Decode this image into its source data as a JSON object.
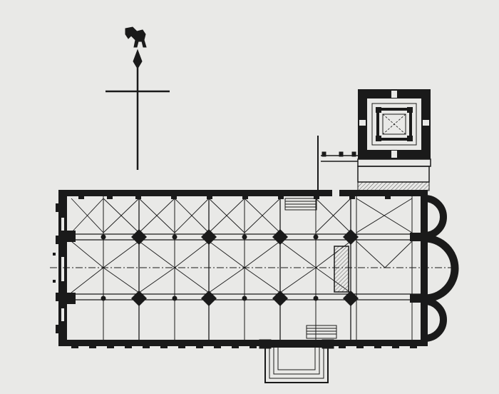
{
  "drawing": {
    "type": "architectural floor plan",
    "elements": [
      "north-arrow",
      "nave",
      "side-aisles",
      "piers",
      "apses",
      "bell-tower",
      "entrance-porch",
      "side-steps",
      "pulpit"
    ],
    "colors": {
      "paper": "#e9e9e7",
      "ink": "#1a1a1a",
      "hatch": "#555555"
    }
  }
}
